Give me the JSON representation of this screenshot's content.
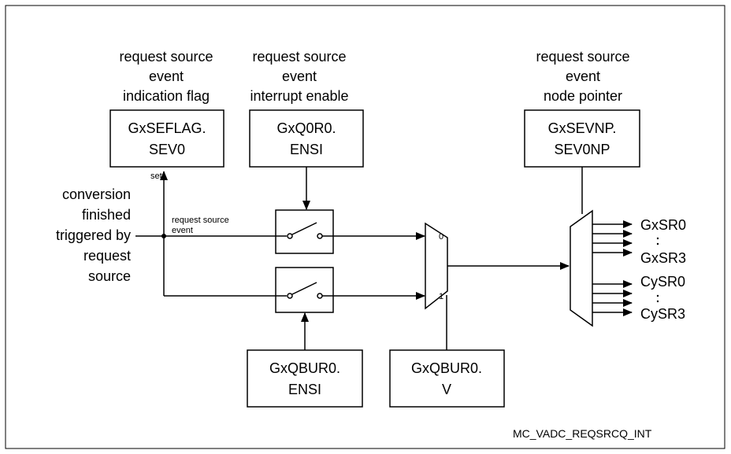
{
  "heading_sev_flag": [
    "request source",
    "event",
    "indication flag"
  ],
  "heading_interrupt_enable": [
    "request source",
    "event",
    "interrupt enable"
  ],
  "heading_node_pointer": [
    "request source",
    "event",
    "node pointer"
  ],
  "box_seflag": [
    "GxSEFLAG.",
    "SEV0"
  ],
  "box_q0r0": [
    "GxQ0R0.",
    "ENSI"
  ],
  "box_sevnp": [
    "GxSEVNP.",
    "SEV0NP"
  ],
  "box_qbur0_ensi": [
    "GxQBUR0.",
    "ENSI"
  ],
  "box_qbur0_v": [
    "GxQBUR0.",
    "V"
  ],
  "input_label": [
    "conversion",
    "finished",
    "triggered by",
    "request",
    "source"
  ],
  "set_label": "set",
  "event_label": [
    "request source",
    "event"
  ],
  "mux_inputs": [
    "0",
    "1"
  ],
  "outputs": [
    "GxSR0",
    "GxSR3",
    "CySR0",
    "CySR3"
  ],
  "figure_id": "MC_VADC_REQSRCQ_INT"
}
